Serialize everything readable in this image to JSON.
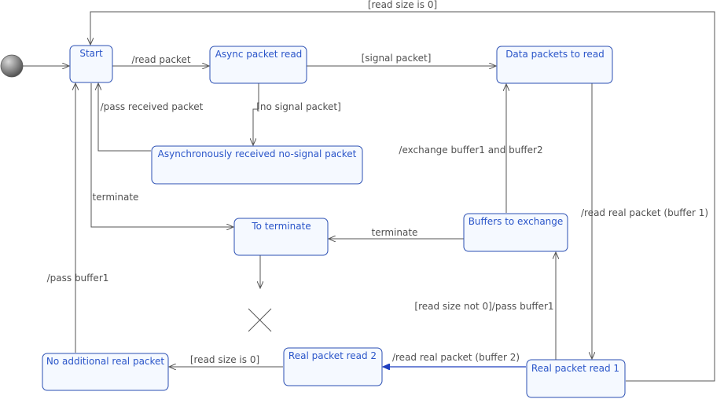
{
  "diagram": {
    "states": {
      "start": "Start",
      "async_read": "Async packet read",
      "data_packets": "Data packets to read",
      "async_nosignal": "Asynchronously received no-signal packet",
      "to_terminate": "To terminate",
      "buffers_exchange": "Buffers to exchange",
      "no_additional": "No additional real packet",
      "real_read2": "Real packet read 2",
      "real_read1": "Real packet read 1"
    },
    "transitions": {
      "read_size_zero_top": "[read size is 0]",
      "read_packet": "/read packet",
      "signal_packet": "[signal packet]",
      "no_signal_packet": "[no signal packet]",
      "pass_received_packet": "/pass received packet",
      "terminate_left": "terminate",
      "exchange_buffers": "/exchange buffer1 and buffer2",
      "read_real_buffer1": "/read real packet (buffer 1)",
      "terminate_right": "terminate",
      "pass_buffer1_left": "/pass buffer1",
      "read_size_not_zero": "[read size not 0]/pass buffer1",
      "read_real_buffer2": "/read real packet (buffer 2)",
      "read_size_zero_bottom": "[read size is 0]"
    }
  }
}
